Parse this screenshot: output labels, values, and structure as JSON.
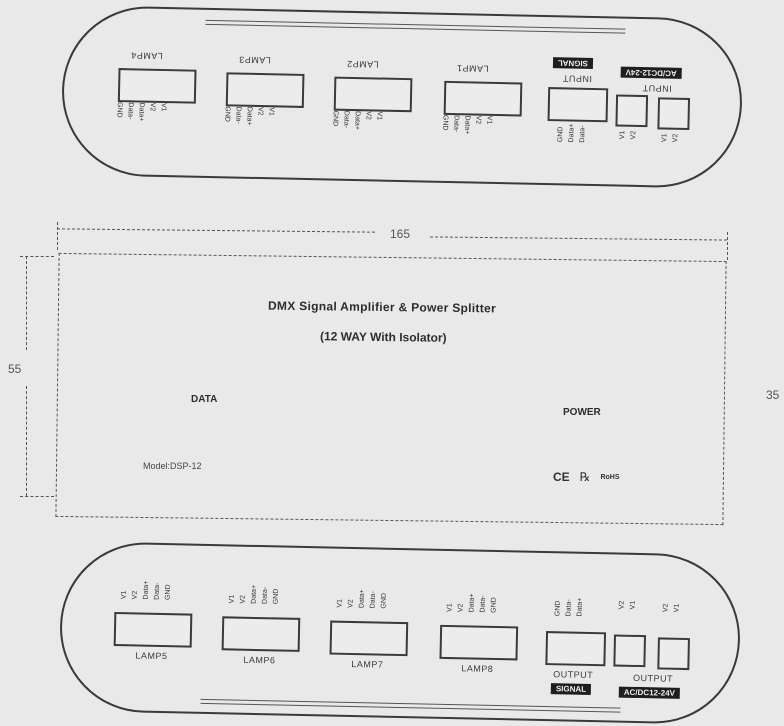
{
  "dimensions": {
    "width": "165",
    "height_left": "55",
    "height_right": "35"
  },
  "device": {
    "title": "DMX Signal Amplifier & Power Splitter",
    "subtitle": "(12 WAY With Isolator)",
    "data_label": "DATA",
    "power_label": "POWER",
    "model": "Model:DSP-12",
    "marks": {
      "ce": "CE",
      "ul": "℞",
      "rohs": "RoHS"
    }
  },
  "top_panel": {
    "lamps": [
      "LAMP4",
      "LAMP3",
      "LAMP2",
      "LAMP1"
    ],
    "lamp_pins": [
      "GND",
      "Data-",
      "Data+",
      "V2",
      "V1"
    ],
    "signal_input": {
      "label": "INPUT",
      "tag": "SIGNAL",
      "pins": [
        "GND",
        "Data+",
        "Data-"
      ]
    },
    "power_input": {
      "label": "INPUT",
      "tag": "AC/DC12-24V",
      "pins_a": [
        "V1",
        "V2"
      ],
      "pins_b": [
        "V1",
        "V2"
      ]
    }
  },
  "bottom_panel": {
    "lamps": [
      "LAMP5",
      "LAMP6",
      "LAMP7",
      "LAMP8"
    ],
    "lamp_pins": [
      "V1",
      "V2",
      "Data+",
      "Data-",
      "GND"
    ],
    "signal_output": {
      "label": "OUTPUT",
      "tag": "SIGNAL",
      "pins": [
        "GND",
        "Data-",
        "Data+"
      ]
    },
    "power_output": {
      "label": "OUTPUT",
      "tag": "AC/DC12-24V",
      "pins_a": [
        "V2",
        "V1"
      ],
      "pins_b": [
        "V2",
        "V1"
      ]
    }
  }
}
